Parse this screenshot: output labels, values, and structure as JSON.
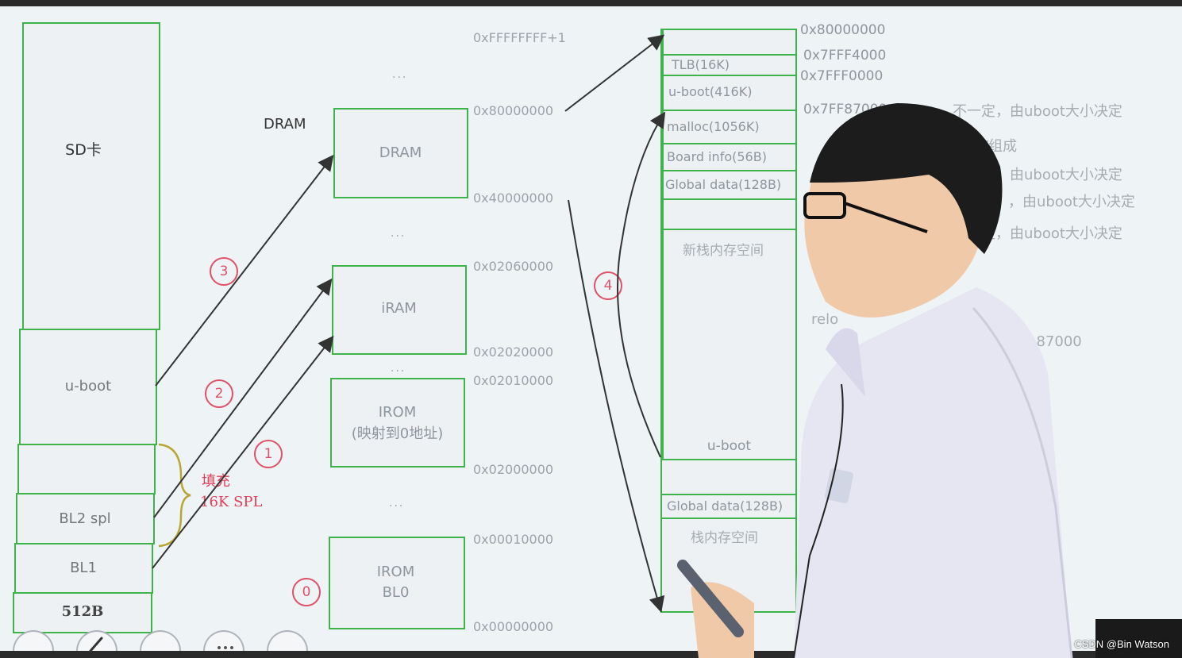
{
  "sd_card": {
    "title": "SD卡",
    "regions": [
      "u-boot",
      "BL2 spl",
      "BL1",
      "512B"
    ],
    "fill_label": "填充",
    "spl_label": "16K SPL"
  },
  "dram_heading": "DRAM",
  "memory_map": {
    "blocks": {
      "dram": "DRAM",
      "iram": "iRAM",
      "irom_mapped_line1": "IROM",
      "irom_mapped_line2": "(映射到0地址)",
      "irom_bl0_line1": "IROM",
      "irom_bl0_line2": "BL0"
    },
    "addresses": {
      "a_top": "0xFFFFFFFF+1",
      "a_8000": "0x80000000",
      "a_4000": "0x40000000",
      "a_0206": "0x02060000",
      "a_0202": "0x02020000",
      "a_0201": "0x02010000",
      "a_0200": "0x02000000",
      "a_0001": "0x00010000",
      "a_0000": "0x00000000"
    },
    "ellipsis": "..."
  },
  "dram_layout": {
    "sections": {
      "tlb": "TLB(16K)",
      "uboot": "u-boot(416K)",
      "malloc": "malloc(1056K)",
      "board_info": "Board info(56B)",
      "global_data": "Global data(128B)",
      "new_stack": "新栈内存空间",
      "uboot_relocated": "u-boot",
      "global_data_low": "Global data(128B)",
      "stack_low": "栈内存空间"
    },
    "addresses": {
      "b_8000": "0x80000000",
      "b_7fff4": "0x7FFF4000",
      "b_7fff0": "0x7FFF0000",
      "b_7ff87": "0x7FF87000"
    },
    "notes": {
      "n1": "不一定，由uboot大小决定",
      "n2": "ENV组成",
      "n3": "定，由uboot大小决定",
      "n4": "，由uboot大小决定",
      "n5": "定，由uboot大小决定",
      "reloc": "relo",
      "reloc_addr": "3C187000"
    }
  },
  "steps": [
    "0",
    "1",
    "2",
    "3",
    "4"
  ],
  "watermark": "CSDN @Bin Watson",
  "colors": {
    "green": "#3db34a",
    "step_red": "#e05066",
    "spl_red": "#e0405a"
  }
}
